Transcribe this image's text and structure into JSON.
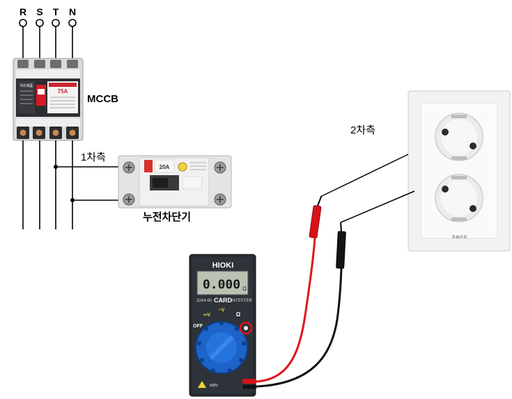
{
  "phases": [
    "R",
    "S",
    "T",
    "N"
  ],
  "mccb": {
    "label": "MCCB",
    "brand_text": "처리제품",
    "rating_badge": "75A"
  },
  "elcb": {
    "label": "누전차단기",
    "rating_text": "20A"
  },
  "labels": {
    "primary_side": "1차측",
    "secondary_side": "2차측"
  },
  "outlet": {
    "brand": "nano"
  },
  "multimeter": {
    "brand": "HIOKI",
    "display_value": "0.000",
    "display_unit": "Ω",
    "model": "3244-60",
    "model_name": "CARD",
    "model_suffix": "HiTESTER",
    "dial_marks": {
      "off": "OFF",
      "dcv": "⎓V",
      "acv": "~V",
      "ohm": "Ω"
    },
    "warning": "500V"
  },
  "colors": {
    "wire": "#000000",
    "probe_red": "#e0141c",
    "probe_black": "#111111",
    "meter_body": "#262b30",
    "dial_blue": "#1d63c8",
    "highlight_circle": "#e0141c"
  }
}
